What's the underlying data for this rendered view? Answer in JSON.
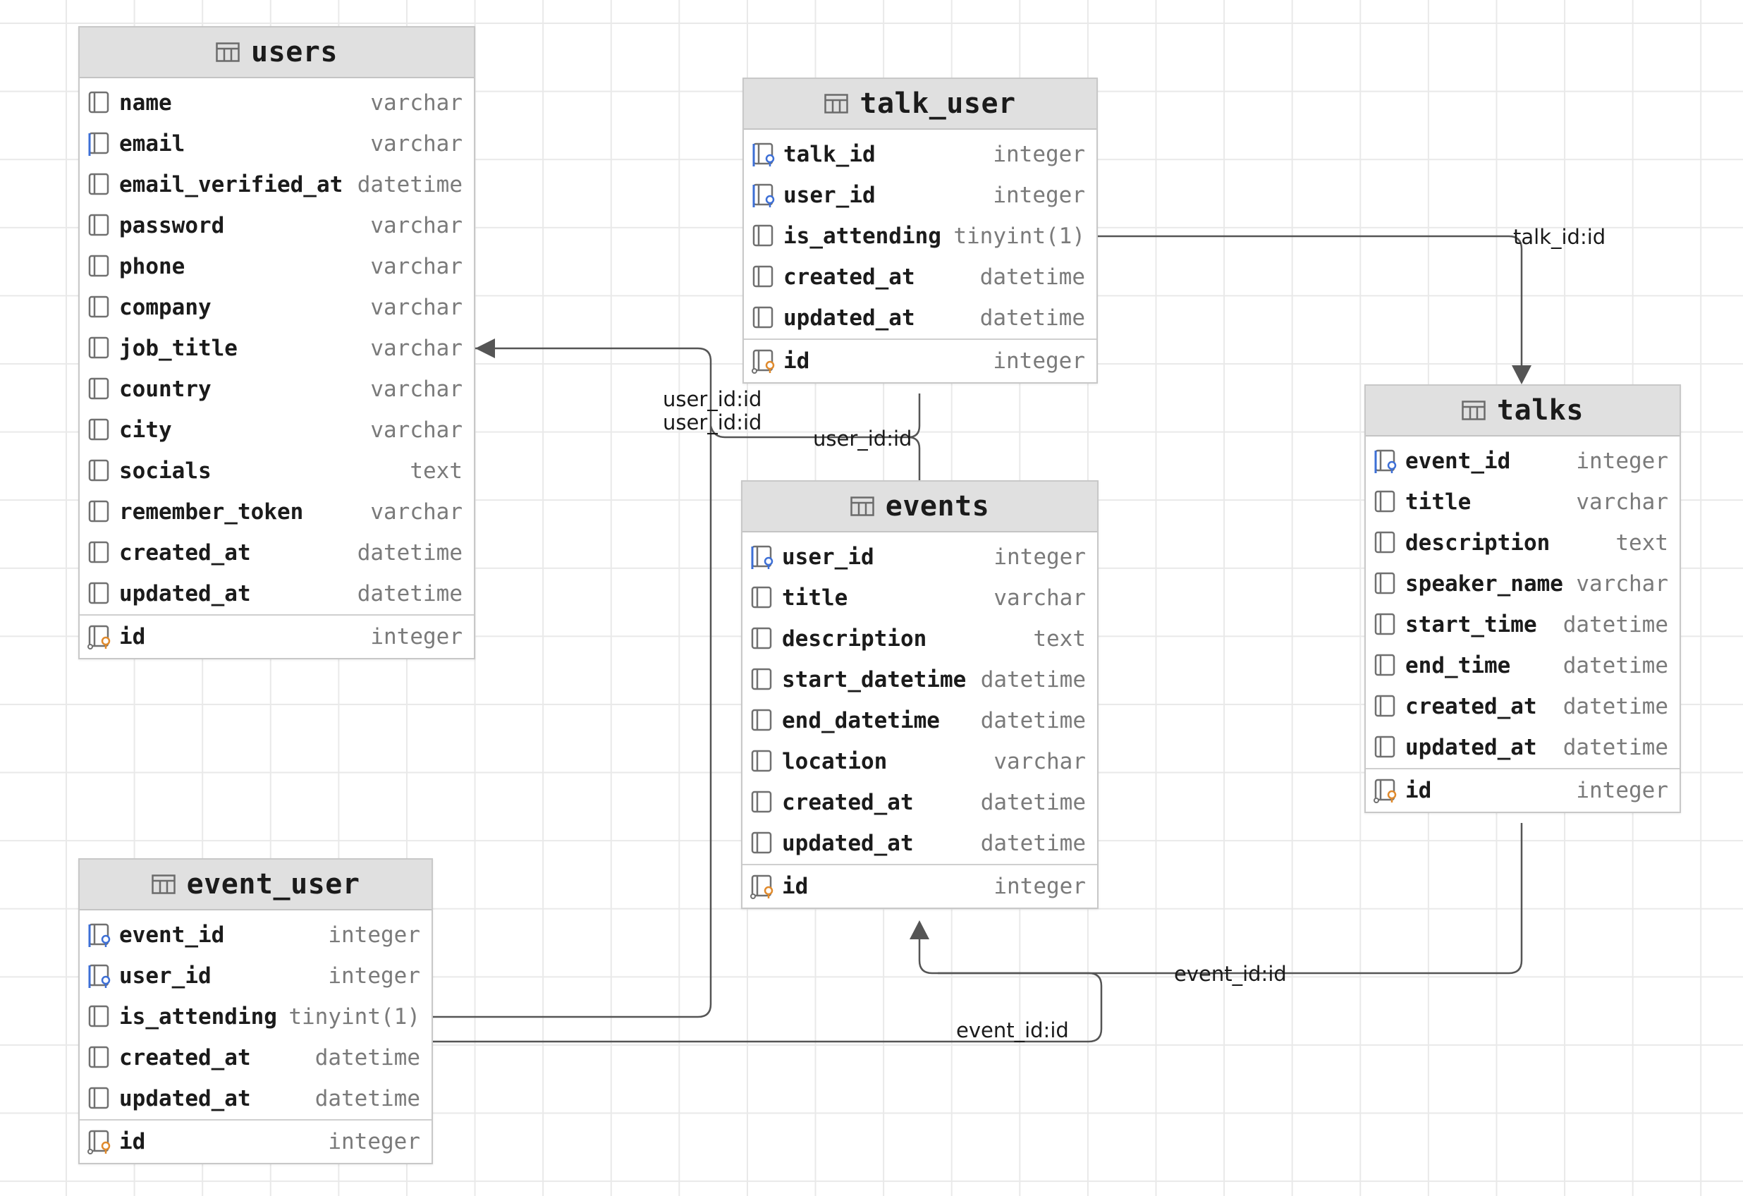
{
  "tables": [
    {
      "name": "users",
      "columns": [
        {
          "name": "name",
          "type": "varchar",
          "kind": "col"
        },
        {
          "name": "email",
          "type": "varchar",
          "kind": "idx"
        },
        {
          "name": "email_verified_at",
          "type": "datetime",
          "kind": "col"
        },
        {
          "name": "password",
          "type": "varchar",
          "kind": "col"
        },
        {
          "name": "phone",
          "type": "varchar",
          "kind": "col"
        },
        {
          "name": "company",
          "type": "varchar",
          "kind": "col"
        },
        {
          "name": "job_title",
          "type": "varchar",
          "kind": "col"
        },
        {
          "name": "country",
          "type": "varchar",
          "kind": "col"
        },
        {
          "name": "city",
          "type": "varchar",
          "kind": "col"
        },
        {
          "name": "socials",
          "type": "text",
          "kind": "col"
        },
        {
          "name": "remember_token",
          "type": "varchar",
          "kind": "col"
        },
        {
          "name": "created_at",
          "type": "datetime",
          "kind": "col"
        },
        {
          "name": "updated_at",
          "type": "datetime",
          "kind": "col"
        }
      ],
      "pk": {
        "name": "id",
        "type": "integer"
      }
    },
    {
      "name": "talk_user",
      "columns": [
        {
          "name": "talk_id",
          "type": "integer",
          "kind": "fk"
        },
        {
          "name": "user_id",
          "type": "integer",
          "kind": "fk"
        },
        {
          "name": "is_attending",
          "type": "tinyint(1)",
          "kind": "col"
        },
        {
          "name": "created_at",
          "type": "datetime",
          "kind": "col"
        },
        {
          "name": "updated_at",
          "type": "datetime",
          "kind": "col"
        }
      ],
      "pk": {
        "name": "id",
        "type": "integer"
      }
    },
    {
      "name": "events",
      "columns": [
        {
          "name": "user_id",
          "type": "integer",
          "kind": "fk"
        },
        {
          "name": "title",
          "type": "varchar",
          "kind": "col"
        },
        {
          "name": "description",
          "type": "text",
          "kind": "col"
        },
        {
          "name": "start_datetime",
          "type": "datetime",
          "kind": "col"
        },
        {
          "name": "end_datetime",
          "type": "datetime",
          "kind": "col"
        },
        {
          "name": "location",
          "type": "varchar",
          "kind": "col"
        },
        {
          "name": "created_at",
          "type": "datetime",
          "kind": "col"
        },
        {
          "name": "updated_at",
          "type": "datetime",
          "kind": "col"
        }
      ],
      "pk": {
        "name": "id",
        "type": "integer"
      }
    },
    {
      "name": "talks",
      "columns": [
        {
          "name": "event_id",
          "type": "integer",
          "kind": "fk"
        },
        {
          "name": "title",
          "type": "varchar",
          "kind": "col"
        },
        {
          "name": "description",
          "type": "text",
          "kind": "col"
        },
        {
          "name": "speaker_name",
          "type": "varchar",
          "kind": "col"
        },
        {
          "name": "start_time",
          "type": "datetime",
          "kind": "col"
        },
        {
          "name": "end_time",
          "type": "datetime",
          "kind": "col"
        },
        {
          "name": "created_at",
          "type": "datetime",
          "kind": "col"
        },
        {
          "name": "updated_at",
          "type": "datetime",
          "kind": "col"
        }
      ],
      "pk": {
        "name": "id",
        "type": "integer"
      }
    },
    {
      "name": "event_user",
      "columns": [
        {
          "name": "event_id",
          "type": "integer",
          "kind": "fk"
        },
        {
          "name": "user_id",
          "type": "integer",
          "kind": "fk"
        },
        {
          "name": "is_attending",
          "type": "tinyint(1)",
          "kind": "col"
        },
        {
          "name": "created_at",
          "type": "datetime",
          "kind": "col"
        },
        {
          "name": "updated_at",
          "type": "datetime",
          "kind": "col"
        }
      ],
      "pk": {
        "name": "id",
        "type": "integer"
      }
    }
  ],
  "relations": [
    {
      "from": "event_user",
      "to": "users",
      "label": "user_id:id"
    },
    {
      "from": "talk_user",
      "to": "users",
      "label": "user_id:id"
    },
    {
      "from": "events",
      "to": "users",
      "label": "user_id:id"
    },
    {
      "from": "talk_user",
      "to": "talks",
      "label": "talk_id:id"
    },
    {
      "from": "talks",
      "to": "events",
      "label": "event_id:id"
    },
    {
      "from": "event_user",
      "to": "events",
      "label": "event_id:id"
    }
  ],
  "colors": {
    "header_bg": "#e0e0e0",
    "border": "#c8c8c8",
    "column_type": "#7a7a7a",
    "fk_marker": "#3d6fd6",
    "pk_marker": "#e08a2c",
    "edge": "#555555"
  }
}
